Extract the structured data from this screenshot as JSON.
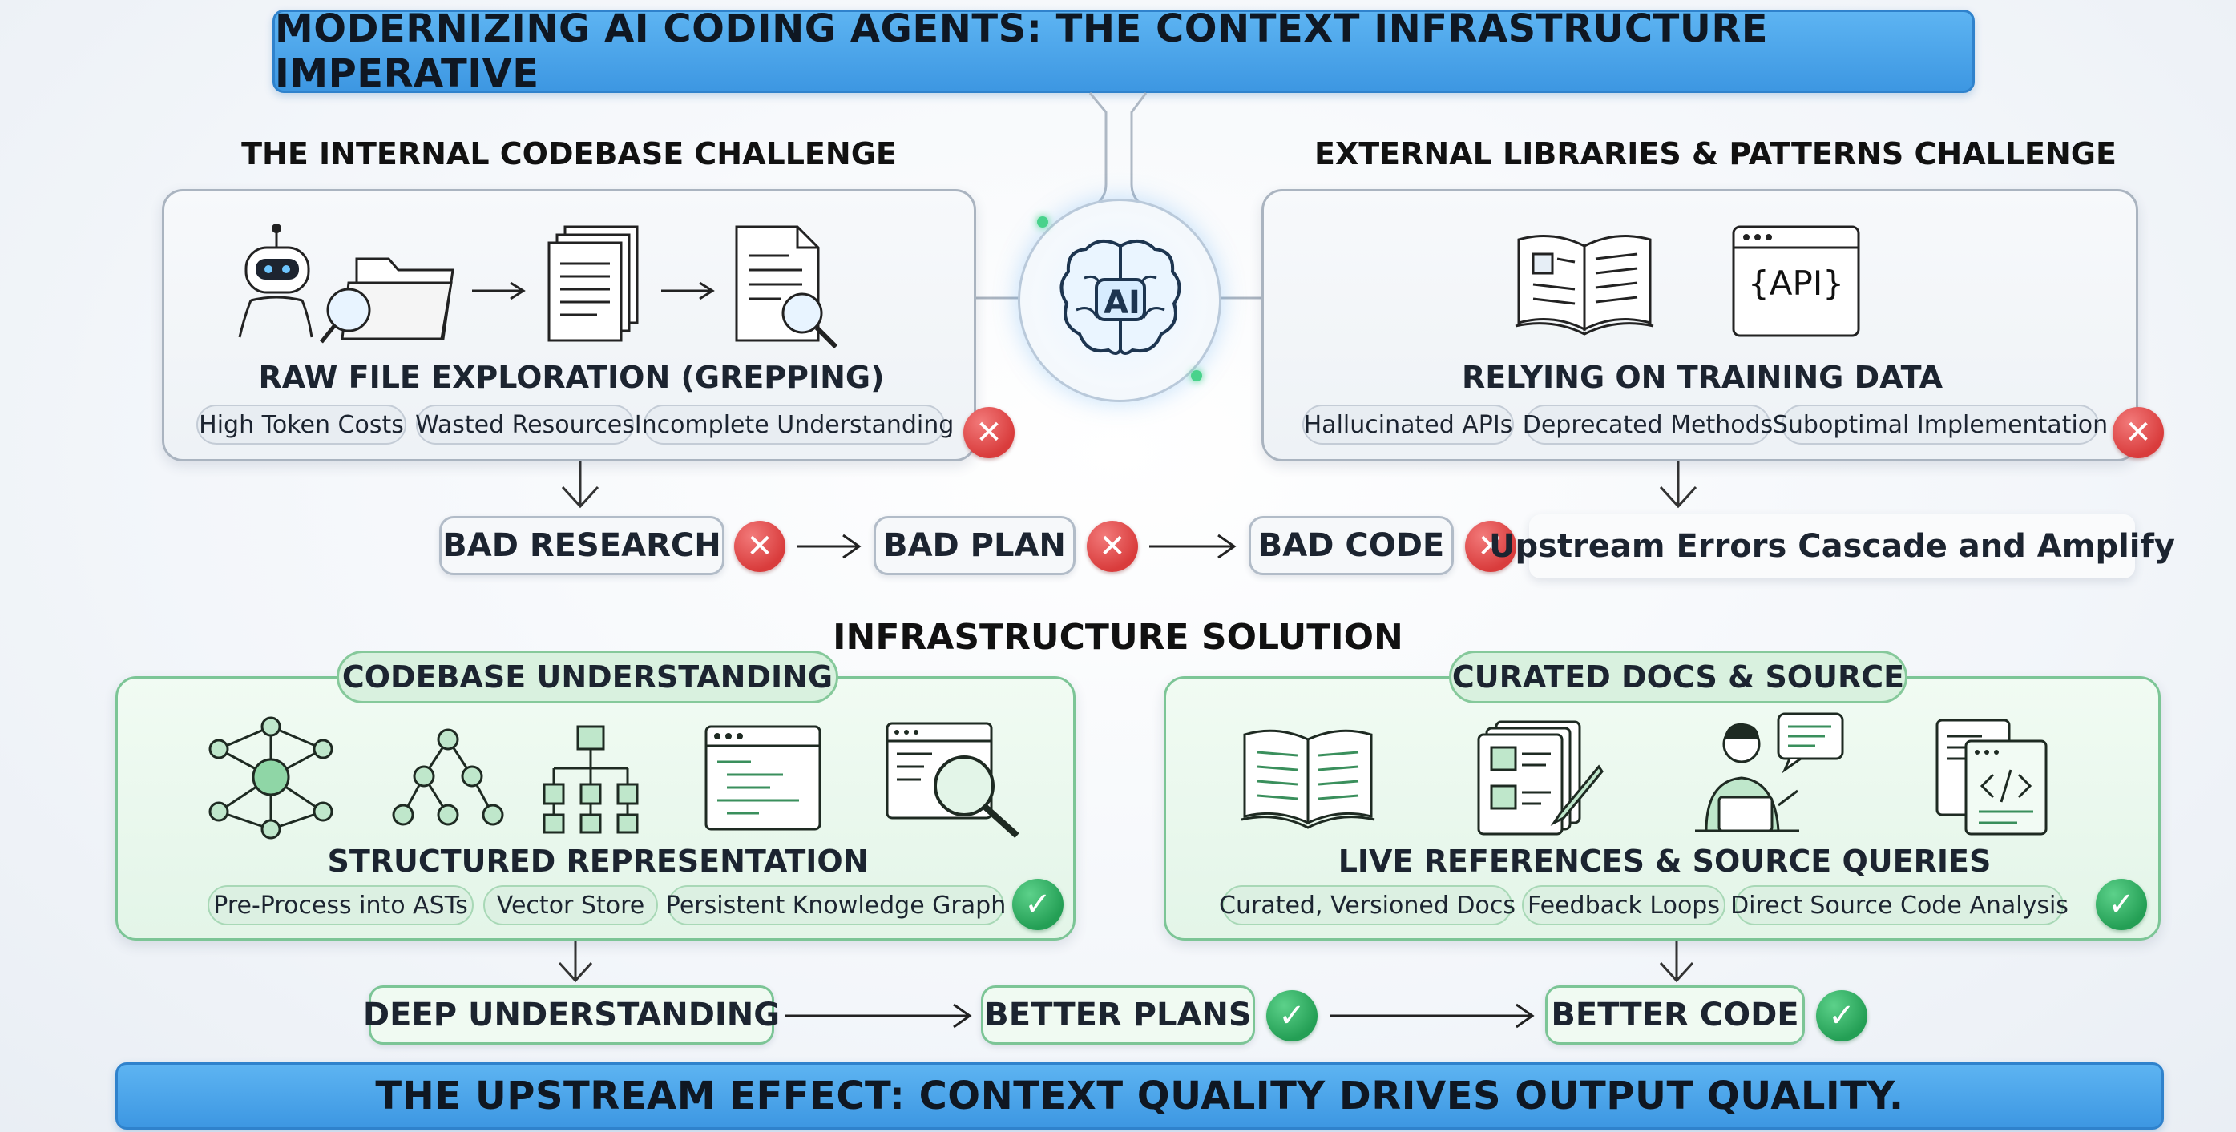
{
  "title": "MODERNIZING AI CODING AGENTS: THE CONTEXT INFRASTRUCTURE IMPERATIVE",
  "left_challenge": {
    "heading": "THE INTERNAL CODEBASE CHALLENGE",
    "subtitle": "RAW FILE EXPLORATION (GREPPING)",
    "chips": [
      "High Token Costs",
      "Wasted Resources",
      "Incomplete Understanding"
    ]
  },
  "right_challenge": {
    "heading": "EXTERNAL LIBRARIES & PATTERNS CHALLENGE",
    "subtitle": "RELYING ON TRAINING DATA",
    "chips": [
      "Hallucinated APIs",
      "Deprecated Methods",
      "Suboptimal Implementation"
    ],
    "api_label": "{API}"
  },
  "hub_label": "AI",
  "bad_flow": {
    "steps": [
      "BAD RESEARCH",
      "BAD PLAN",
      "BAD CODE"
    ],
    "note": "Upstream Errors Cascade and Amplify"
  },
  "solution_heading": "INFRASTRUCTURE SOLUTION",
  "left_solution": {
    "tag": "CODEBASE UNDERSTANDING",
    "subtitle": "STRUCTURED REPRESENTATION",
    "chips": [
      "Pre-Process into ASTs",
      "Vector Store",
      "Persistent Knowledge Graph"
    ]
  },
  "right_solution": {
    "tag": "CURATED DOCS & SOURCE",
    "subtitle": "LIVE REFERENCES & SOURCE QUERIES",
    "chips": [
      "Curated, Versioned Docs",
      "Feedback Loops",
      "Direct Source Code Analysis"
    ]
  },
  "good_flow": {
    "steps": [
      "DEEP UNDERSTANDING",
      "BETTER PLANS",
      "BETTER CODE"
    ]
  },
  "footer": "THE UPSTREAM EFFECT: CONTEXT QUALITY DRIVES OUTPUT QUALITY.",
  "colors": {
    "banner_blue": "#3d97e2",
    "panel_green": "#7cc596",
    "bad_red": "#d93c3c",
    "good_green": "#249f55"
  }
}
